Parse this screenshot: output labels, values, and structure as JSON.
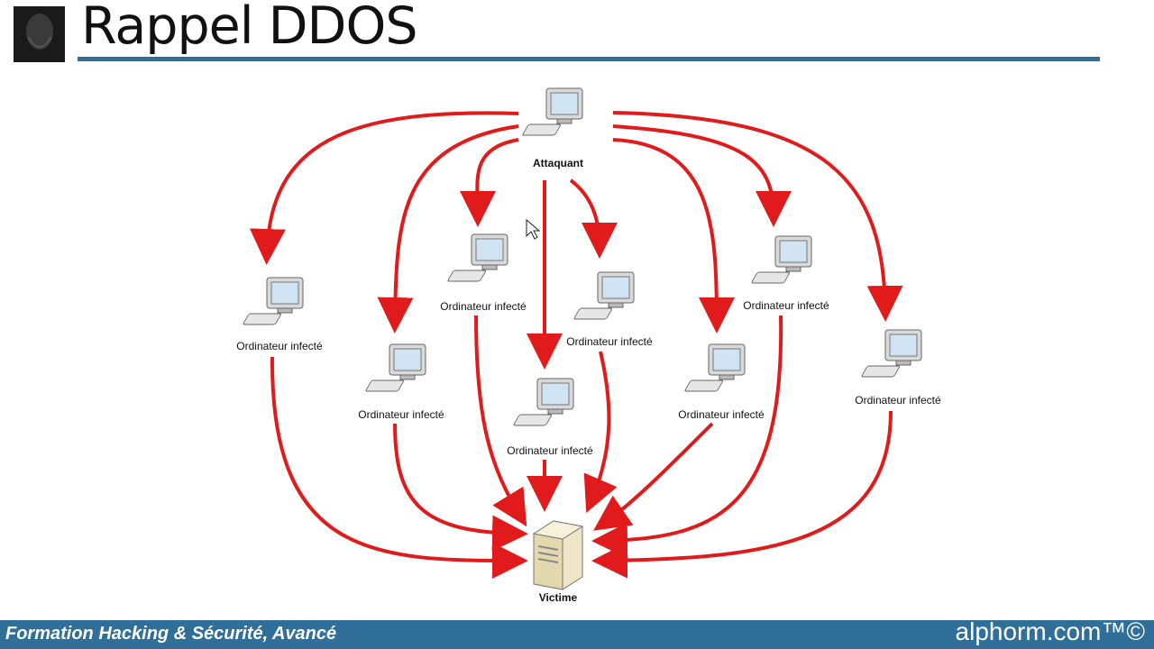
{
  "slide": {
    "title": "Rappel DDOS"
  },
  "diagram": {
    "attacker": {
      "label": "Attaquant"
    },
    "infected_label": "Ordinateur infecté",
    "infected_count": 8,
    "victim": {
      "label": "Victime"
    },
    "arrow_color": "#e11b1b"
  },
  "footer": {
    "course": "Formation Hacking & Sécurité, Avancé",
    "brand": "alphorm.com™©"
  },
  "colors": {
    "accent": "#2f6f99"
  }
}
